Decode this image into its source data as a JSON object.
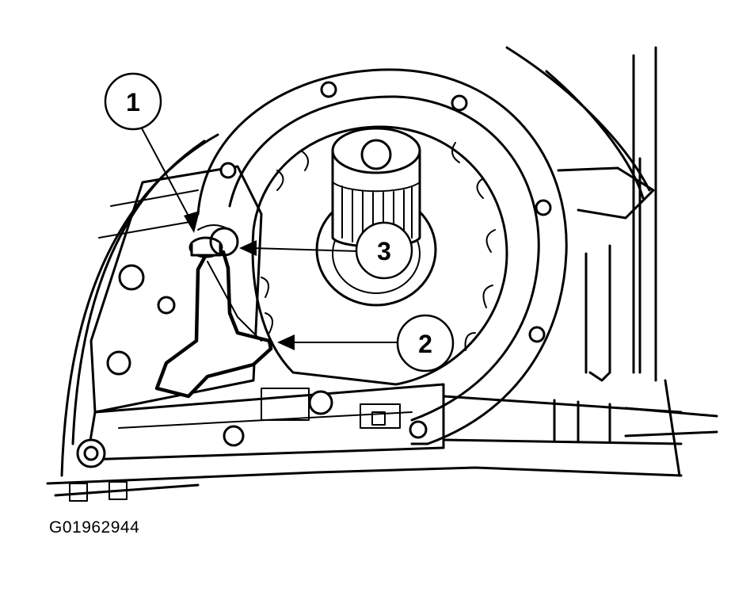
{
  "callouts": [
    {
      "id": "1",
      "label": "1"
    },
    {
      "id": "2",
      "label": "2"
    },
    {
      "id": "3",
      "label": "3"
    }
  ],
  "figure_id": "G01962944"
}
